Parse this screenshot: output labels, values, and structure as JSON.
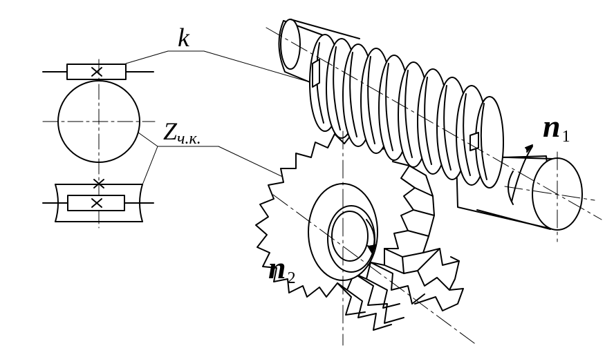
{
  "labels": {
    "k": "k",
    "z_main": "Z",
    "z_sub": "ч.к.",
    "n": "n",
    "n1_sub": "1",
    "n2_sub": "2"
  },
  "colors": {
    "stroke": "#000000",
    "background": "#ffffff"
  }
}
